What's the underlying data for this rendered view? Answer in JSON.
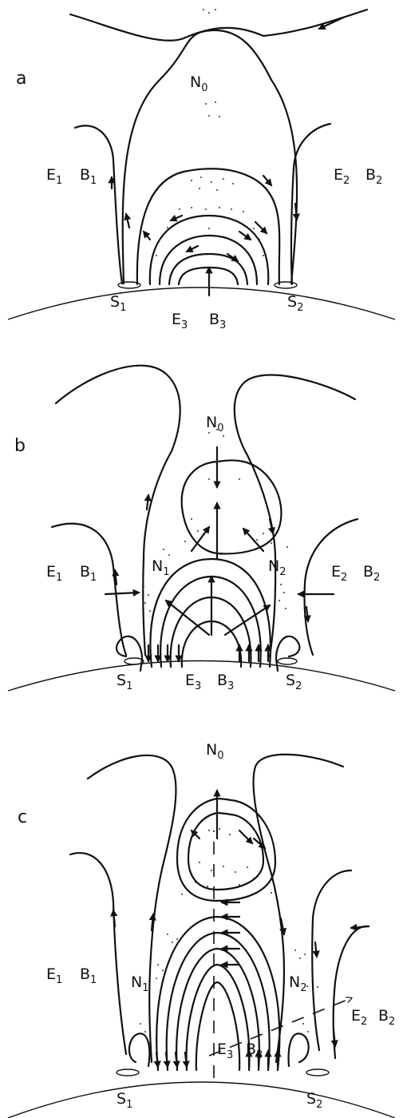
{
  "panels": [
    {
      "letter": "a",
      "labels": {
        "no": "N",
        "no_sub": "0",
        "e1": "E",
        "e1_sub": "1",
        "b1": "B",
        "b1_sub": "1",
        "e2": "E",
        "e2_sub": "2",
        "b2": "B",
        "b2_sub": "2",
        "e3": "E",
        "e3_sub": "3",
        "b3": "B",
        "b3_sub": "3",
        "s1": "S",
        "s1_sub": "1",
        "s2": "S",
        "s2_sub": "2"
      }
    },
    {
      "letter": "b",
      "labels": {
        "no": "N",
        "no_sub": "0",
        "n1": "N",
        "n1_sub": "1",
        "n2": "N",
        "n2_sub": "2",
        "e1": "E",
        "e1_sub": "1",
        "b1": "B",
        "b1_sub": "1",
        "e2": "E",
        "e2_sub": "2",
        "b2": "B",
        "b2_sub": "2",
        "e3": "E",
        "e3_sub": "3",
        "b3": "B",
        "b3_sub": "3",
        "s1": "S",
        "s1_sub": "1",
        "s2": "S",
        "s2_sub": "2"
      }
    },
    {
      "letter": "c",
      "labels": {
        "no": "N",
        "no_sub": "0",
        "n1": "N",
        "n1_sub": "1",
        "n2": "N",
        "n2_sub": "2",
        "e1": "E",
        "e1_sub": "1",
        "b1": "B",
        "b1_sub": "1",
        "e2": "E",
        "e2_sub": "2",
        "b2": "B",
        "b2_sub": "2",
        "e3": "E",
        "e3_sub": "3",
        "b3": "B",
        "b3_sub": "3",
        "s1": "S",
        "s1_sub": "1",
        "s2": "S",
        "s2_sub": "2"
      }
    }
  ]
}
